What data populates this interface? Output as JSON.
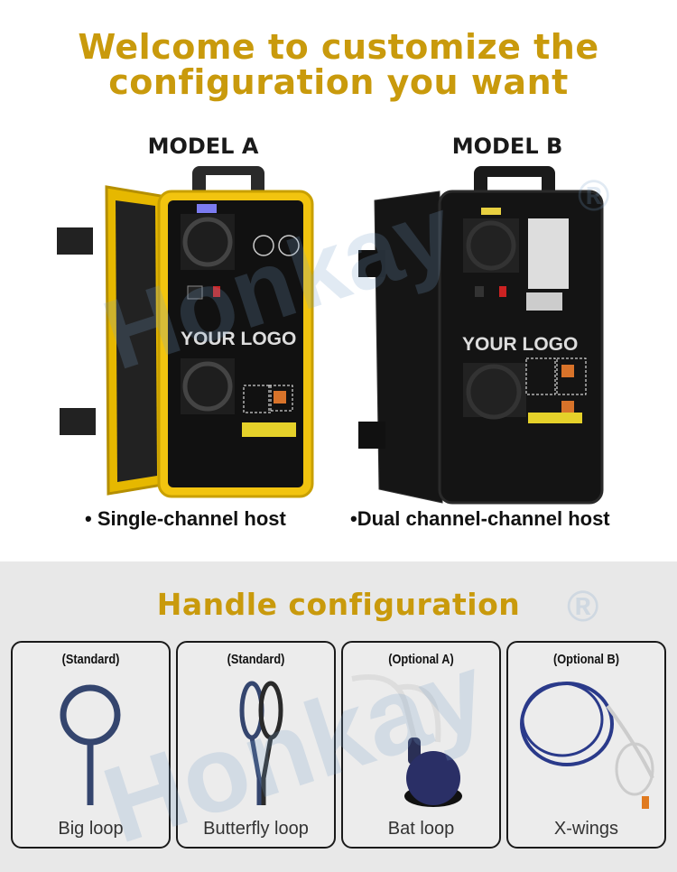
{
  "header": {
    "line1": "Welcome to customize the",
    "line2": "configuration you want"
  },
  "models": [
    {
      "label": "MODEL A",
      "logo_text": "YOUR LOGO",
      "caption": "Single-channel host",
      "color": "#f2c40f"
    },
    {
      "label": "MODEL B",
      "logo_text": "YOUR LOGO",
      "caption": "Dual channel-channel host",
      "color": "#1a1a1a"
    }
  ],
  "bullet": "•",
  "handles": {
    "title": "Handle configuration",
    "items": [
      {
        "tag": "(Standard)",
        "name": "Big loop"
      },
      {
        "tag": "(Standard)",
        "name": "Butterfly loop"
      },
      {
        "tag": "(Optional A)",
        "name": "Bat loop"
      },
      {
        "tag": "(Optional B)",
        "name": "X-wings"
      }
    ]
  },
  "watermark": {
    "text": "Honkay",
    "mark": "®"
  },
  "colors": {
    "accent": "#c99a0c",
    "section_bg": "#e8e8e8"
  }
}
